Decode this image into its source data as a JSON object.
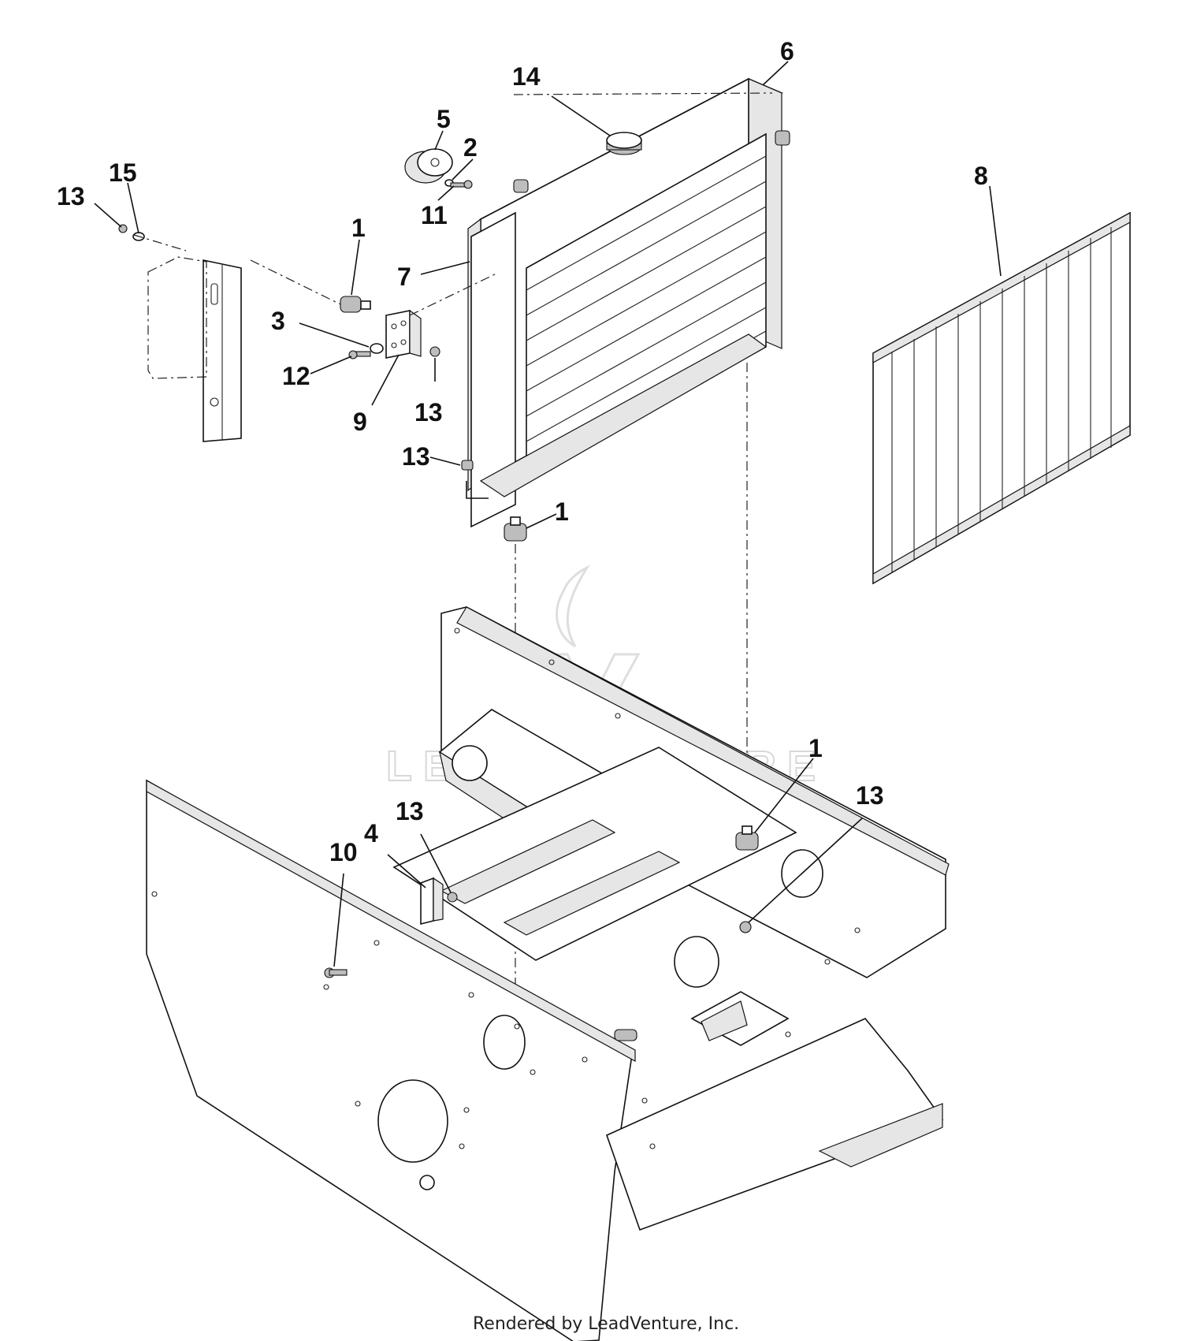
{
  "watermark": {
    "text": "LEADVENTURE"
  },
  "footer": {
    "text": "Rendered by LeadVenture, Inc."
  },
  "callouts": [
    {
      "id": "c14",
      "label": "14"
    },
    {
      "id": "c6",
      "label": "6"
    },
    {
      "id": "c5",
      "label": "5"
    },
    {
      "id": "c2",
      "label": "2"
    },
    {
      "id": "c11",
      "label": "11"
    },
    {
      "id": "c15",
      "label": "15"
    },
    {
      "id": "c13a",
      "label": "13"
    },
    {
      "id": "c1a",
      "label": "1"
    },
    {
      "id": "c8",
      "label": "8"
    },
    {
      "id": "c7",
      "label": "7"
    },
    {
      "id": "c3",
      "label": "3"
    },
    {
      "id": "c12",
      "label": "12"
    },
    {
      "id": "c9",
      "label": "9"
    },
    {
      "id": "c13b",
      "label": "13"
    },
    {
      "id": "c13c",
      "label": "13"
    },
    {
      "id": "c1b",
      "label": "1"
    },
    {
      "id": "c1c",
      "label": "1"
    },
    {
      "id": "c13d",
      "label": "13"
    },
    {
      "id": "c13e",
      "label": "13"
    },
    {
      "id": "c4",
      "label": "4"
    },
    {
      "id": "c10",
      "label": "10"
    }
  ]
}
